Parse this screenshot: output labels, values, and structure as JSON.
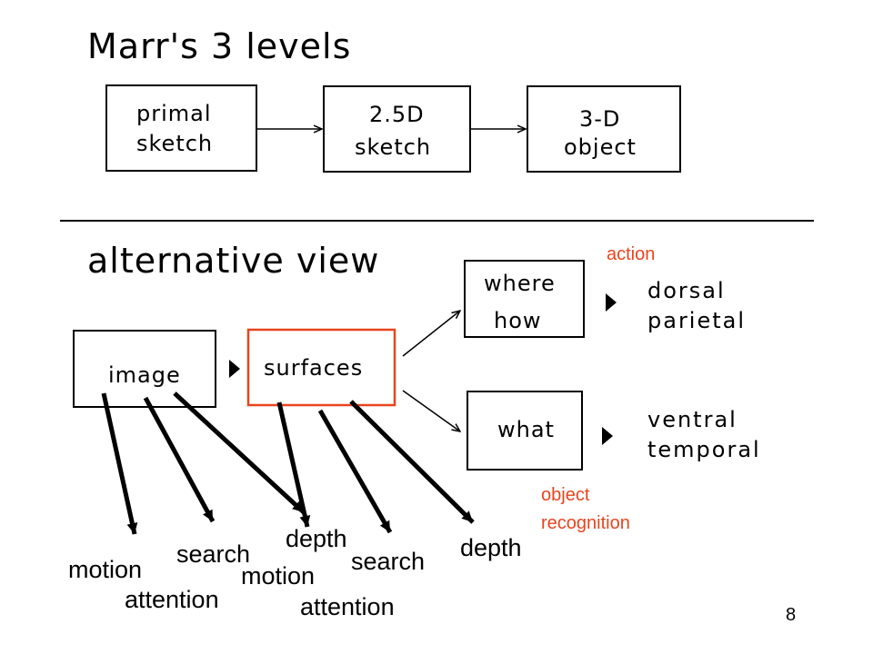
{
  "top": {
    "title": "Marr's  3  levels",
    "boxes": [
      {
        "lines": [
          "primal",
          "sketch"
        ]
      },
      {
        "lines": [
          "2.5D",
          "sketch"
        ]
      },
      {
        "lines": [
          "3-D",
          "object"
        ]
      }
    ]
  },
  "bottom": {
    "title": "alternative  view",
    "image_label": "image",
    "surfaces_label": "surfaces",
    "where_box": {
      "lines": [
        "where",
        "how"
      ]
    },
    "what_box": {
      "lines": [
        "what"
      ]
    },
    "dorsal": {
      "lines": [
        "dorsal",
        "parietal"
      ]
    },
    "ventral": {
      "lines": [
        "ventral",
        "temporal"
      ]
    },
    "action_label": "action",
    "object_recognition_label": [
      "object",
      "recognition"
    ],
    "bottom_labels": {
      "motion1": "motion",
      "search1": "search",
      "attention1": "attention",
      "depth1": "depth",
      "motion2": "motion",
      "attention2": "attention",
      "search2": "search",
      "depth2": "depth"
    }
  },
  "colors": {
    "highlight": "#e8441e",
    "stroke": "#000000"
  },
  "page_number": "8"
}
